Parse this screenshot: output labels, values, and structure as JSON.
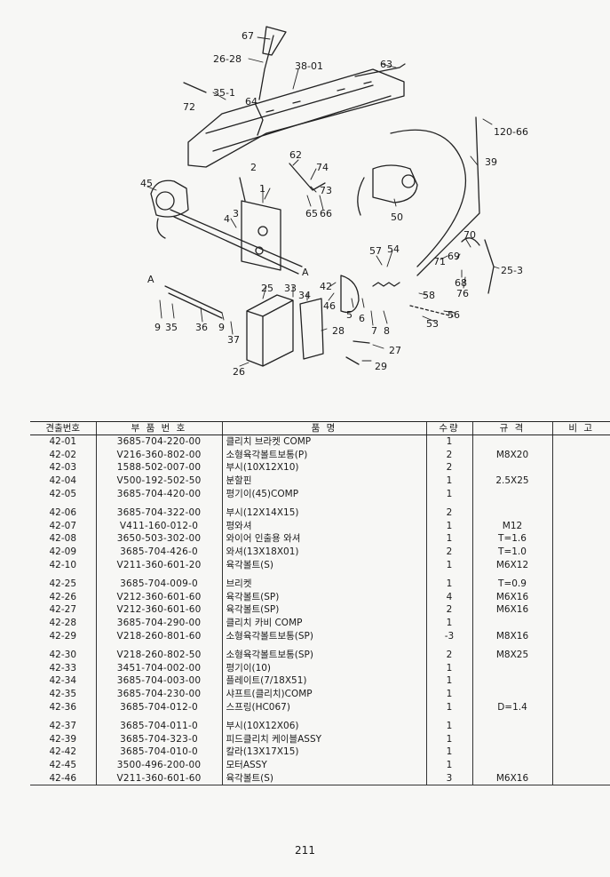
{
  "diagram": {
    "labels": [
      "67",
      "26-28",
      "38-01",
      "63",
      "35-1",
      "72",
      "64",
      "120-66",
      "39",
      "45",
      "62",
      "74",
      "73",
      "65",
      "66",
      "50",
      "2",
      "4",
      "3",
      "1",
      "57",
      "54",
      "70",
      "71",
      "69",
      "68",
      "76",
      "25-3",
      "42",
      "A",
      "A",
      "9",
      "35",
      "36",
      "9",
      "37",
      "25",
      "33",
      "34",
      "46",
      "5",
      "6",
      "7",
      "8",
      "58",
      "53",
      "56",
      "28",
      "27",
      "29",
      "26"
    ]
  },
  "table": {
    "headers": [
      "견출번호",
      "부 품 번 호",
      "품 명",
      "수량",
      "규 격",
      "비 고"
    ],
    "groups": [
      [
        {
          "no": "42-01",
          "pn": "3685-704-220-00",
          "name": "클리치 브라켓 COMP",
          "qty": "1",
          "spec": ""
        },
        {
          "no": "42-02",
          "pn": "V216-360-802-00",
          "name": "소형육각볼트보통(P)",
          "qty": "2",
          "spec": "M8X20"
        },
        {
          "no": "42-03",
          "pn": "1588-502-007-00",
          "name": "부시(10X12X10)",
          "qty": "2",
          "spec": ""
        },
        {
          "no": "42-04",
          "pn": "V500-192-502-50",
          "name": "분할핀",
          "qty": "1",
          "spec": "2.5X25"
        },
        {
          "no": "42-05",
          "pn": "3685-704-420-00",
          "name": "평기이(45)COMP",
          "qty": "1",
          "spec": ""
        }
      ],
      [
        {
          "no": "42-06",
          "pn": "3685-704-322-00",
          "name": "부시(12X14X15)",
          "qty": "2",
          "spec": ""
        },
        {
          "no": "42-07",
          "pn": "V411-160-012-0",
          "name": "평와셔",
          "qty": "1",
          "spec": "M12"
        },
        {
          "no": "42-08",
          "pn": "3650-503-302-00",
          "name": "와이어 인출용 와셔",
          "qty": "1",
          "spec": "T=1.6"
        },
        {
          "no": "42-09",
          "pn": "3685-704-426-0",
          "name": "와셔(13X18X01)",
          "qty": "2",
          "spec": "T=1.0"
        },
        {
          "no": "42-10",
          "pn": "V211-360-601-20",
          "name": "육각볼트(S)",
          "qty": "1",
          "spec": "M6X12"
        }
      ],
      [
        {
          "no": "42-25",
          "pn": "3685-704-009-0",
          "name": "브리켓",
          "qty": "1",
          "spec": "T=0.9"
        },
        {
          "no": "42-26",
          "pn": "V212-360-601-60",
          "name": "육각볼트(SP)",
          "qty": "4",
          "spec": "M6X16"
        },
        {
          "no": "42-27",
          "pn": "V212-360-601-60",
          "name": "육각볼트(SP)",
          "qty": "2",
          "spec": "M6X16"
        },
        {
          "no": "42-28",
          "pn": "3685-704-290-00",
          "name": "클리치 카비 COMP",
          "qty": "1",
          "spec": ""
        },
        {
          "no": "42-29",
          "pn": "V218-260-801-60",
          "name": "소형육각볼트보통(SP)",
          "qty": "-3",
          "spec": "M8X16"
        }
      ],
      [
        {
          "no": "42-30",
          "pn": "V218-260-802-50",
          "name": "소형육각볼트보통(SP)",
          "qty": "2",
          "spec": "M8X25"
        },
        {
          "no": "42-33",
          "pn": "3451-704-002-00",
          "name": "평기이(10)",
          "qty": "1",
          "spec": ""
        },
        {
          "no": "42-34",
          "pn": "3685-704-003-00",
          "name": "플레이트(7/18X51)",
          "qty": "1",
          "spec": ""
        },
        {
          "no": "42-35",
          "pn": "3685-704-230-00",
          "name": "샤프트(클리치)COMP",
          "qty": "1",
          "spec": ""
        },
        {
          "no": "42-36",
          "pn": "3685-704-012-0",
          "name": "스프링(HC067)",
          "qty": "1",
          "spec": "D=1.4"
        }
      ],
      [
        {
          "no": "42-37",
          "pn": "3685-704-011-0",
          "name": "부시(10X12X06)",
          "qty": "1",
          "spec": ""
        },
        {
          "no": "42-39",
          "pn": "3685-704-323-0",
          "name": "피드클리치 케이블ASSY",
          "qty": "1",
          "spec": ""
        },
        {
          "no": "42-42",
          "pn": "3685-704-010-0",
          "name": "칼라(13X17X15)",
          "qty": "1",
          "spec": ""
        },
        {
          "no": "42-45",
          "pn": "3500-496-200-00",
          "name": "모터ASSY",
          "qty": "1",
          "spec": ""
        },
        {
          "no": "42-46",
          "pn": "V211-360-601-60",
          "name": "육각볼트(S)",
          "qty": "3",
          "spec": "M6X16"
        }
      ]
    ]
  },
  "page_number": "211"
}
